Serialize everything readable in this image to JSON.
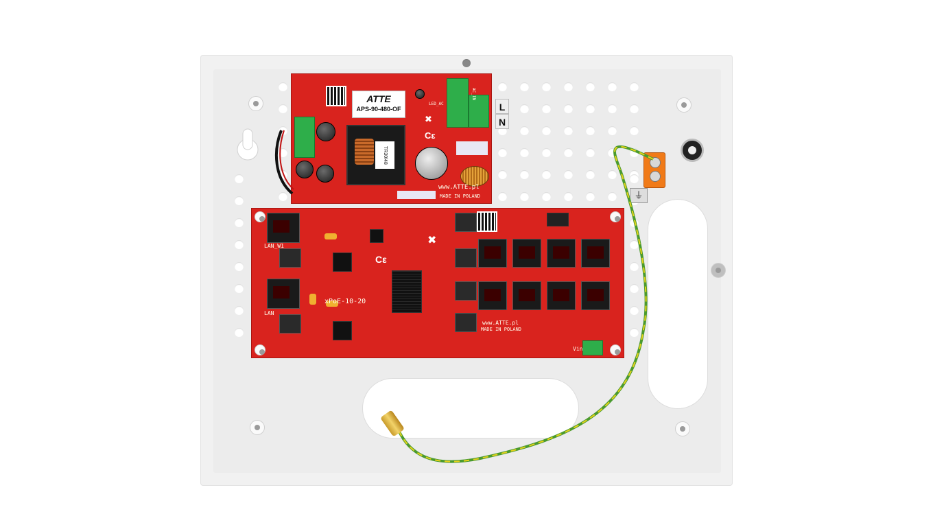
{
  "psu_board": {
    "brand": "ATTE",
    "model": "APS-90-480-OF",
    "transformer_label": "TR30/48",
    "website": "www.ATTE.pl",
    "origin": "MADE IN POLAND",
    "led_label": "LED_AC",
    "input_label": "AC_IN"
  },
  "switch_board": {
    "model": "xPoE-10-20",
    "website": "www.ATTE.pl",
    "origin": "MADE IN POLAND",
    "lan_w1": "LAN_W1",
    "lan_w2": "LAN",
    "vin_label": "Vin"
  },
  "terminals": {
    "live": "L",
    "neutral": "N",
    "earth_symbol": "⏚"
  },
  "colors": {
    "pcb": "#d9231e",
    "enclosure": "#f1f1f1",
    "earth_wire_green": "#4a9a2e",
    "earth_wire_yellow": "#e6d21a"
  }
}
